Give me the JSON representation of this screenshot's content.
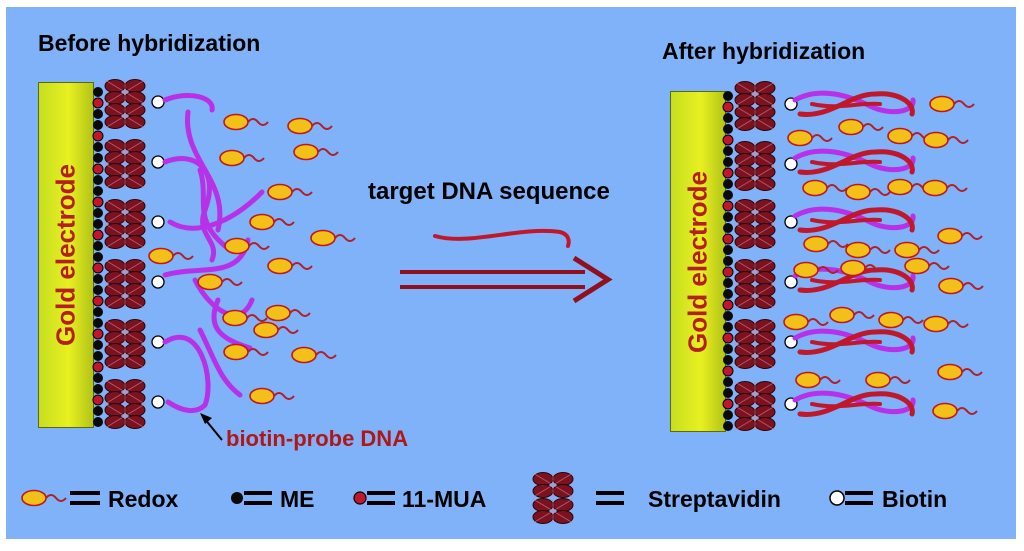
{
  "titles": {
    "before": "Before hybridization",
    "after": "After hybridization"
  },
  "electrode_label": "Gold electrode",
  "arrow_label": "target DNA sequence",
  "probe_label": "biotin-probe DNA",
  "legend": {
    "redox": "Redox",
    "me": "ME",
    "mua": "11-MUA",
    "streptavidin": "Streptavidin",
    "biotin": "Biotin"
  },
  "colors": {
    "background": "#7fb2f8",
    "electrode": "#d8e820",
    "electrode_text": "#b42020",
    "probe_dna": "#b830e8",
    "target_dna": "#c0182a",
    "redox_fill": "#f2c018",
    "redox_tail": "#b0202a",
    "me_dot": "#0a0a0a",
    "mua_dot": "#c0182a",
    "arrow": "#901020"
  }
}
